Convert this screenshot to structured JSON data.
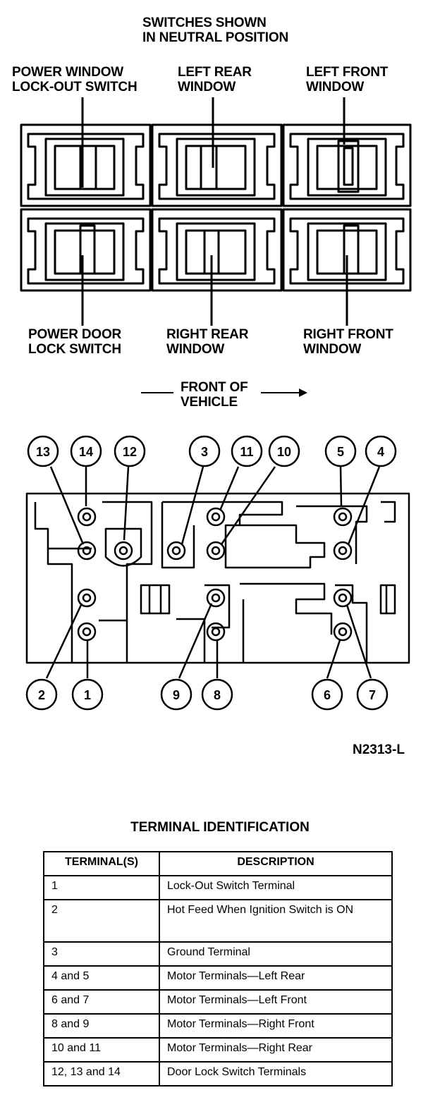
{
  "header": {
    "line1": "SWITCHES SHOWN",
    "line2": "IN NEUTRAL POSITION"
  },
  "switch_labels": {
    "lockout": [
      "POWER WINDOW",
      "LOCK-OUT SWITCH"
    ],
    "left_rear": [
      "LEFT REAR",
      "WINDOW"
    ],
    "left_front": [
      "LEFT FRONT",
      "WINDOW"
    ],
    "door_lock": [
      "POWER DOOR",
      "LOCK SWITCH"
    ],
    "right_rear": [
      "RIGHT REAR",
      "WINDOW"
    ],
    "right_front": [
      "RIGHT FRONT",
      "WINDOW"
    ]
  },
  "front_label": [
    "FRONT OF",
    "VEHICLE"
  ],
  "terminal_numbers": {
    "top": [
      "13",
      "14",
      "12",
      "3",
      "11",
      "10",
      "5",
      "4"
    ],
    "bottom": [
      "2",
      "1",
      "9",
      "8",
      "6",
      "7"
    ]
  },
  "figure_id": "N2313-L",
  "table": {
    "title": "TERMINAL IDENTIFICATION",
    "headers": [
      "TERMINAL(S)",
      "DESCRIPTION"
    ],
    "rows": [
      [
        "1",
        "Lock-Out Switch Terminal"
      ],
      [
        "2",
        "Hot Feed When Ignition Switch is ON"
      ],
      [
        "3",
        "Ground Terminal"
      ],
      [
        "4 and 5",
        "Motor Terminals—Left Rear"
      ],
      [
        "6 and 7",
        "Motor Terminals—Left Front"
      ],
      [
        "8 and 9",
        "Motor Terminals—Right Front"
      ],
      [
        "10 and 11",
        "Motor Terminals—Right Rear"
      ],
      [
        "12, 13 and 14",
        "Door Lock Switch Terminals"
      ]
    ]
  }
}
